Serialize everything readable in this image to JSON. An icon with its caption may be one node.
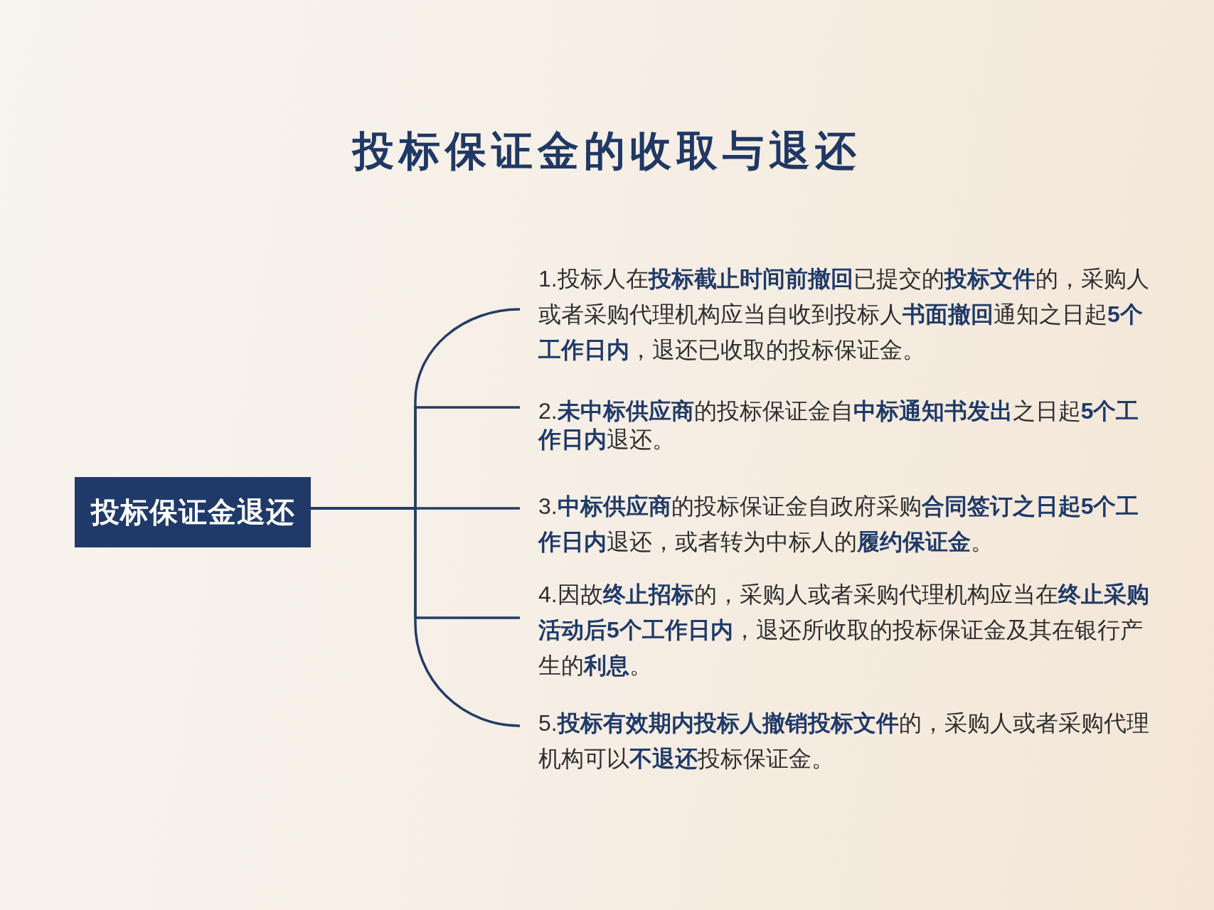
{
  "diagram": {
    "title": "投标保证金的收取与退还",
    "nodes": [
      {
        "text": [
          "投标保证金退还"
        ]
      },
      {
        "text": [
          "1.投标人在**投标截止时间前撤回**已提交的**投标文件**的，采购人或者采购代理机构应当自收到投标人**书面撤回**通知之日起**5个工作日内**，退还已收取的投标保证金。"
        ]
      },
      {
        "text": [
          "2.**未中标供应商**的投标保证金自**中标通知书发出**之日起**5个工作日内**退还。"
        ]
      },
      {
        "text": [
          "3.**中标供应商**的投标保证金自政府采购**合同签订之日起5个工作日内**退还，或者转为中标人的**履约保证金**。"
        ]
      },
      {
        "text": [
          "4.因故**终止招标**的，采购人或者采购代理机构应当在**终止采购活动后5个工作日内**，退还所收取的投标保证金及其在银行产生的**利息**。"
        ]
      },
      {
        "text": [
          "5.**投标有效期内投标人撤销投标文件**的，采购人或者采购代理机构可以**不退还**投标保证金。"
        ]
      }
    ],
    "edges": [
      {
        "from": 0,
        "to": 1,
        "arrow": "none"
      },
      {
        "from": 0,
        "to": 2,
        "arrow": "none"
      },
      {
        "from": 0,
        "to": 3,
        "arrow": "none"
      },
      {
        "from": 0,
        "to": 4,
        "arrow": "none"
      },
      {
        "from": 0,
        "to": 5,
        "arrow": "none"
      }
    ]
  }
}
